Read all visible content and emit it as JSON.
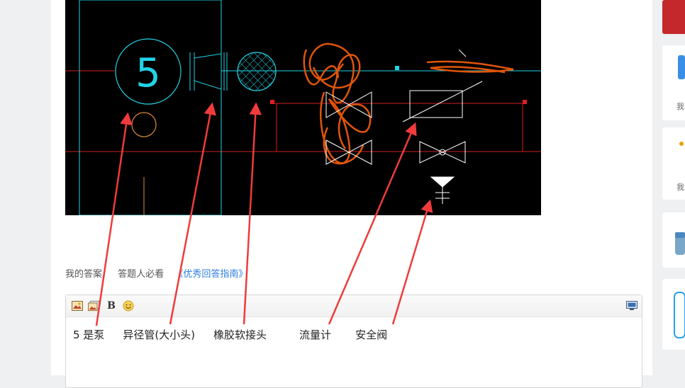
{
  "drawing_label": "5",
  "answer_bar": {
    "my_answer": "我的答案",
    "must_read": "答题人必看",
    "guide_link": "《优秀回答指南》"
  },
  "editor": {
    "toolbar": {
      "image_icon": "image-icon",
      "multi_image_icon": "multi-image-icon",
      "bold_label": "B",
      "emoji_icon": "emoji-icon",
      "fullscreen_icon": "fullscreen-icon"
    },
    "content": {
      "item1": "5 是泵",
      "item2": "异径管(大小头)",
      "item3": "橡胶软接头",
      "item4": "流量计",
      "item5": "安全阀"
    }
  },
  "right_rail": {
    "card2_text": "我",
    "card3_text": "我"
  },
  "colors": {
    "cad_background": "#000000",
    "cyan_line": "#22d3e6",
    "red_line": "#d02020",
    "scribble_orange": "#e0550a",
    "arrow_red": "#ef3b3b",
    "link_blue": "#2d7ee0"
  }
}
